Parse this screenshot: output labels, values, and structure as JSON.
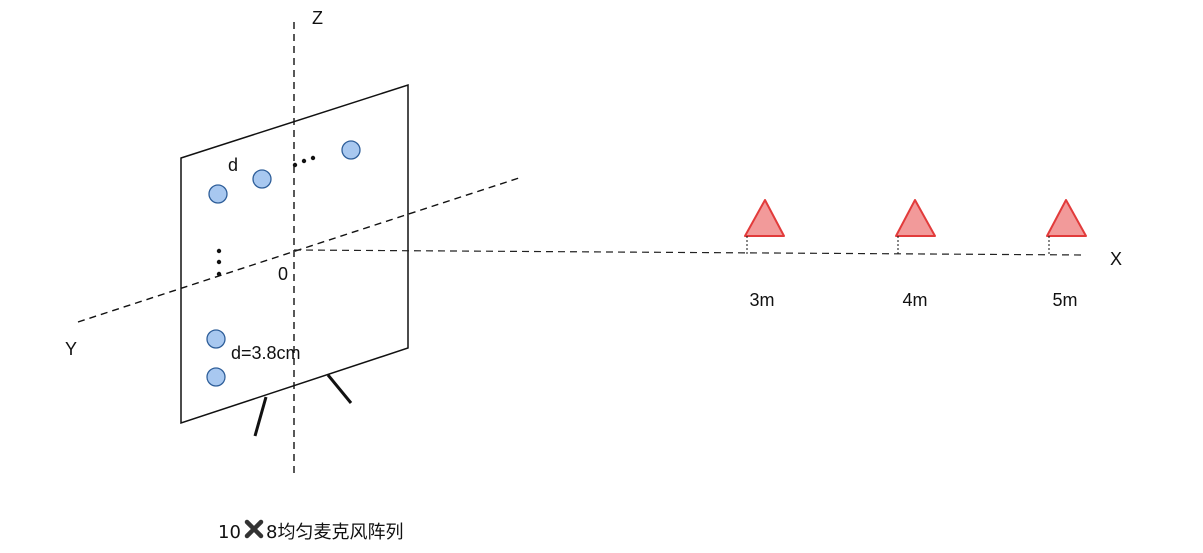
{
  "axes": {
    "z_label": "Z",
    "x_label": "X",
    "y_label": "Y",
    "origin_label": "0"
  },
  "array": {
    "spacing_label": "d",
    "spacing_value_label": "d=3.8cm",
    "caption_prefix": "10",
    "caption_cross_icon": "cross-icon",
    "caption_suffix": "8均匀麦克风阵列",
    "mic_color": "#a8c8f0"
  },
  "sources": {
    "color_fill": "#f29a9a",
    "color_stroke": "#e23b3b",
    "items": [
      {
        "label": "3m"
      },
      {
        "label": "4m"
      },
      {
        "label": "5m"
      }
    ]
  }
}
